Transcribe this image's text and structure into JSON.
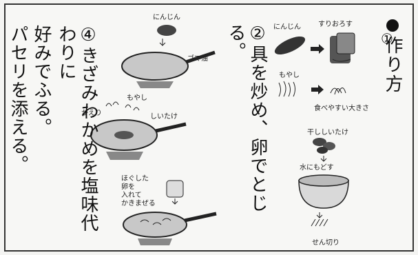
{
  "title": "作り方",
  "step1": {
    "number": "①",
    "carrot": "にんじん",
    "grate": "すりおろす",
    "moyashi": "もやし",
    "cut": "食べやすい大きさ",
    "shiitake": "干ししいたけ",
    "soak": "水にもどす",
    "julienne": "せん切り"
  },
  "step2": {
    "text": "②具を炒め、卵でとじる。",
    "carrot": "にんじん",
    "oil": "ゴマ油",
    "moyashi": "もやし",
    "kaeri": "かえり",
    "shiitake": "しいたけ",
    "egg": "ほぐした\n卵を\n入れて\nかきまぜる"
  },
  "step4": {
    "line1": "④きざみわかめを塩味代わりに",
    "line2": "好みでふる。",
    "line3": "パセリを添える。"
  }
}
